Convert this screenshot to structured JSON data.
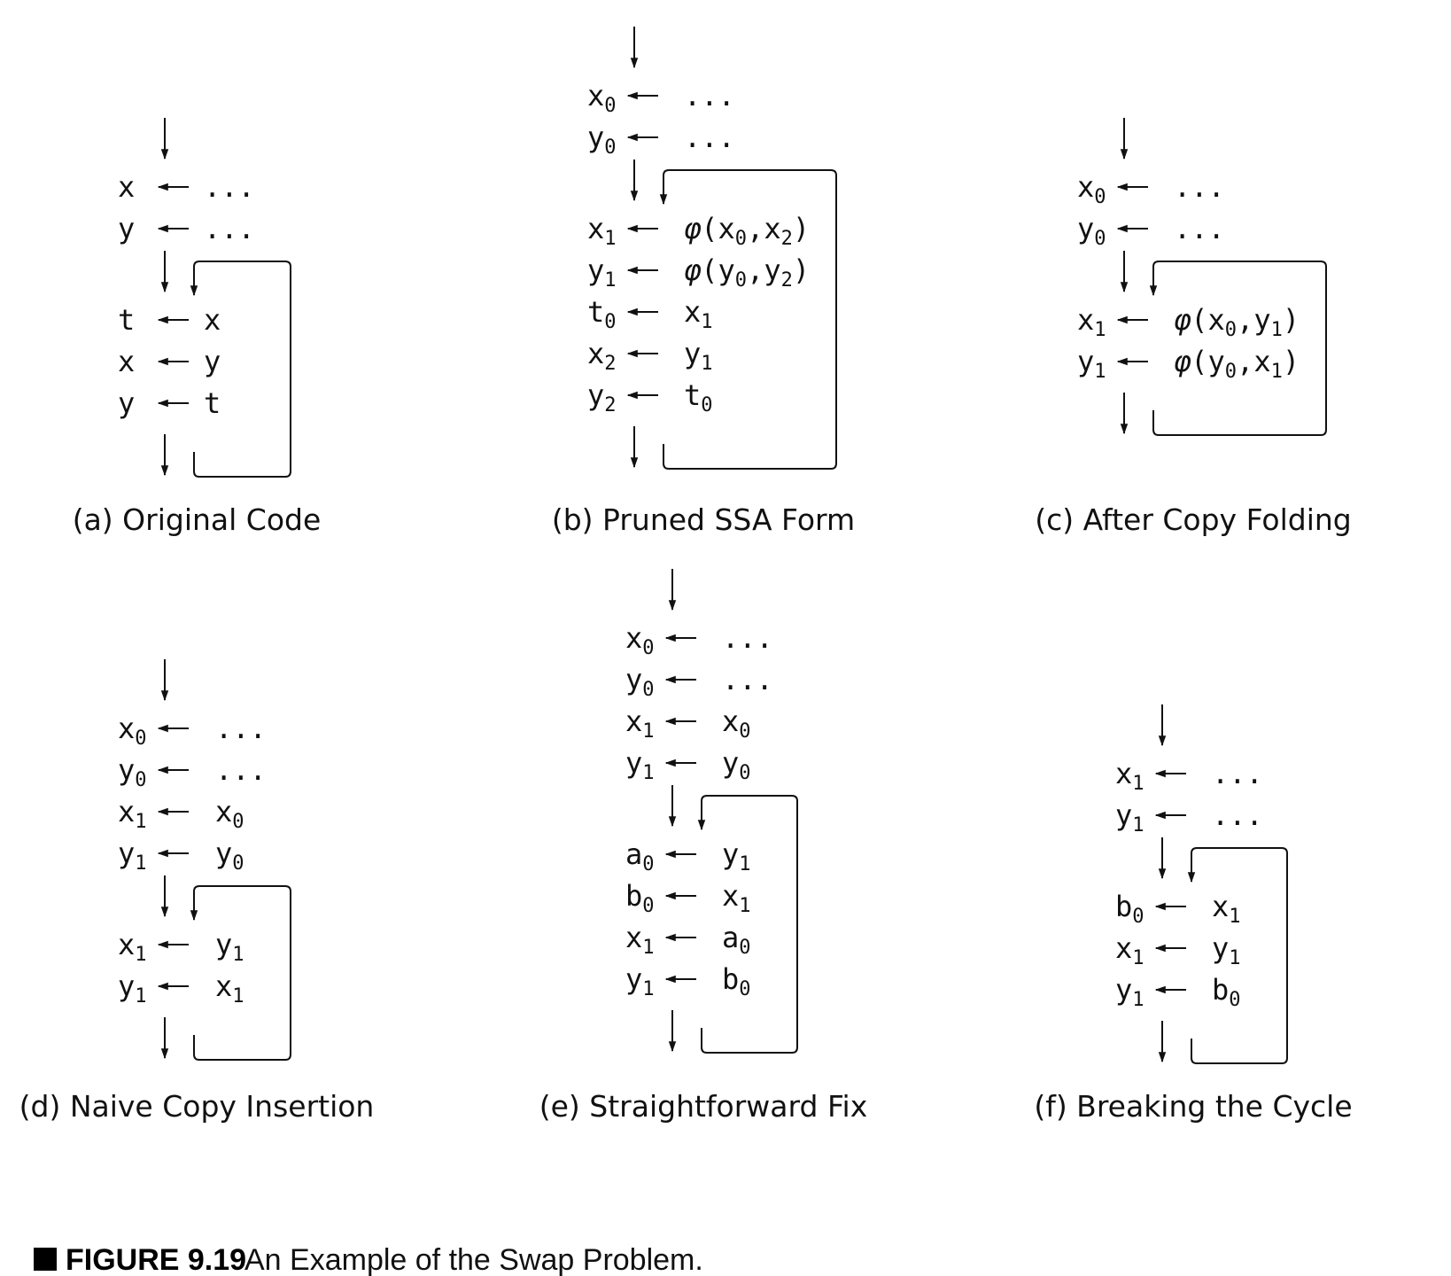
{
  "colors": {
    "ink": "#111111",
    "background": "#ffffff"
  },
  "figure": {
    "label": "FIGURE 9.19",
    "title": "An Example of the Swap Problem."
  },
  "panels": [
    {
      "id": "a",
      "caption": "(a) Original Code",
      "blocks": [
        {
          "lines": [
            {
              "lhs": "x",
              "lhs_sub": "",
              "rhs": "...",
              "rhs_sub": ""
            },
            {
              "lhs": "y",
              "lhs_sub": "",
              "rhs": "...",
              "rhs_sub": ""
            }
          ]
        },
        {
          "loop": true,
          "lines": [
            {
              "lhs": "t",
              "lhs_sub": "",
              "rhs": "x",
              "rhs_sub": ""
            },
            {
              "lhs": "x",
              "lhs_sub": "",
              "rhs": "y",
              "rhs_sub": ""
            },
            {
              "lhs": "y",
              "lhs_sub": "",
              "rhs": "t",
              "rhs_sub": ""
            }
          ]
        }
      ]
    },
    {
      "id": "b",
      "caption": "(b) Pruned SSA Form",
      "blocks": [
        {
          "lines": [
            {
              "lhs": "x",
              "lhs_sub": "0",
              "rhs": "...",
              "rhs_sub": ""
            },
            {
              "lhs": "y",
              "lhs_sub": "0",
              "rhs": "...",
              "rhs_sub": ""
            }
          ]
        },
        {
          "loop": true,
          "lines": [
            {
              "lhs": "x",
              "lhs_sub": "1",
              "phi": true,
              "args": [
                {
                  "v": "x",
                  "s": "0"
                },
                {
                  "v": "x",
                  "s": "2"
                }
              ]
            },
            {
              "lhs": "y",
              "lhs_sub": "1",
              "phi": true,
              "args": [
                {
                  "v": "y",
                  "s": "0"
                },
                {
                  "v": "y",
                  "s": "2"
                }
              ]
            },
            {
              "lhs": "t",
              "lhs_sub": "0",
              "rhs": "x",
              "rhs_sub": "1"
            },
            {
              "lhs": "x",
              "lhs_sub": "2",
              "rhs": "y",
              "rhs_sub": "1"
            },
            {
              "lhs": "y",
              "lhs_sub": "2",
              "rhs": "t",
              "rhs_sub": "0"
            }
          ]
        }
      ]
    },
    {
      "id": "c",
      "caption": "(c) After Copy Folding",
      "blocks": [
        {
          "lines": [
            {
              "lhs": "x",
              "lhs_sub": "0",
              "rhs": "...",
              "rhs_sub": ""
            },
            {
              "lhs": "y",
              "lhs_sub": "0",
              "rhs": "...",
              "rhs_sub": ""
            }
          ]
        },
        {
          "loop": true,
          "lines": [
            {
              "lhs": "x",
              "lhs_sub": "1",
              "phi": true,
              "args": [
                {
                  "v": "x",
                  "s": "0"
                },
                {
                  "v": "y",
                  "s": "1"
                }
              ]
            },
            {
              "lhs": "y",
              "lhs_sub": "1",
              "phi": true,
              "args": [
                {
                  "v": "y",
                  "s": "0"
                },
                {
                  "v": "x",
                  "s": "1"
                }
              ]
            }
          ]
        }
      ]
    },
    {
      "id": "d",
      "caption": "(d) Naive Copy Insertion",
      "blocks": [
        {
          "lines": [
            {
              "lhs": "x",
              "lhs_sub": "0",
              "rhs": "...",
              "rhs_sub": ""
            },
            {
              "lhs": "y",
              "lhs_sub": "0",
              "rhs": "...",
              "rhs_sub": ""
            },
            {
              "lhs": "x",
              "lhs_sub": "1",
              "rhs": "x",
              "rhs_sub": "0"
            },
            {
              "lhs": "y",
              "lhs_sub": "1",
              "rhs": "y",
              "rhs_sub": "0"
            }
          ]
        },
        {
          "loop": true,
          "lines": [
            {
              "lhs": "x",
              "lhs_sub": "1",
              "rhs": "y",
              "rhs_sub": "1"
            },
            {
              "lhs": "y",
              "lhs_sub": "1",
              "rhs": "x",
              "rhs_sub": "1"
            }
          ]
        }
      ]
    },
    {
      "id": "e",
      "caption": "(e) Straightforward Fix",
      "blocks": [
        {
          "lines": [
            {
              "lhs": "x",
              "lhs_sub": "0",
              "rhs": "...",
              "rhs_sub": ""
            },
            {
              "lhs": "y",
              "lhs_sub": "0",
              "rhs": "...",
              "rhs_sub": ""
            },
            {
              "lhs": "x",
              "lhs_sub": "1",
              "rhs": "x",
              "rhs_sub": "0"
            },
            {
              "lhs": "y",
              "lhs_sub": "1",
              "rhs": "y",
              "rhs_sub": "0"
            }
          ]
        },
        {
          "loop": true,
          "lines": [
            {
              "lhs": "a",
              "lhs_sub": "0",
              "rhs": "y",
              "rhs_sub": "1"
            },
            {
              "lhs": "b",
              "lhs_sub": "0",
              "rhs": "x",
              "rhs_sub": "1"
            },
            {
              "lhs": "x",
              "lhs_sub": "1",
              "rhs": "a",
              "rhs_sub": "0"
            },
            {
              "lhs": "y",
              "lhs_sub": "1",
              "rhs": "b",
              "rhs_sub": "0"
            }
          ]
        }
      ]
    },
    {
      "id": "f",
      "caption": "(f) Breaking the Cycle",
      "blocks": [
        {
          "lines": [
            {
              "lhs": "x",
              "lhs_sub": "1",
              "rhs": "...",
              "rhs_sub": ""
            },
            {
              "lhs": "y",
              "lhs_sub": "1",
              "rhs": "...",
              "rhs_sub": ""
            }
          ]
        },
        {
          "loop": true,
          "lines": [
            {
              "lhs": "b",
              "lhs_sub": "0",
              "rhs": "x",
              "rhs_sub": "1"
            },
            {
              "lhs": "x",
              "lhs_sub": "1",
              "rhs": "y",
              "rhs_sub": "1"
            },
            {
              "lhs": "y",
              "lhs_sub": "1",
              "rhs": "b",
              "rhs_sub": "0"
            }
          ]
        }
      ]
    }
  ]
}
